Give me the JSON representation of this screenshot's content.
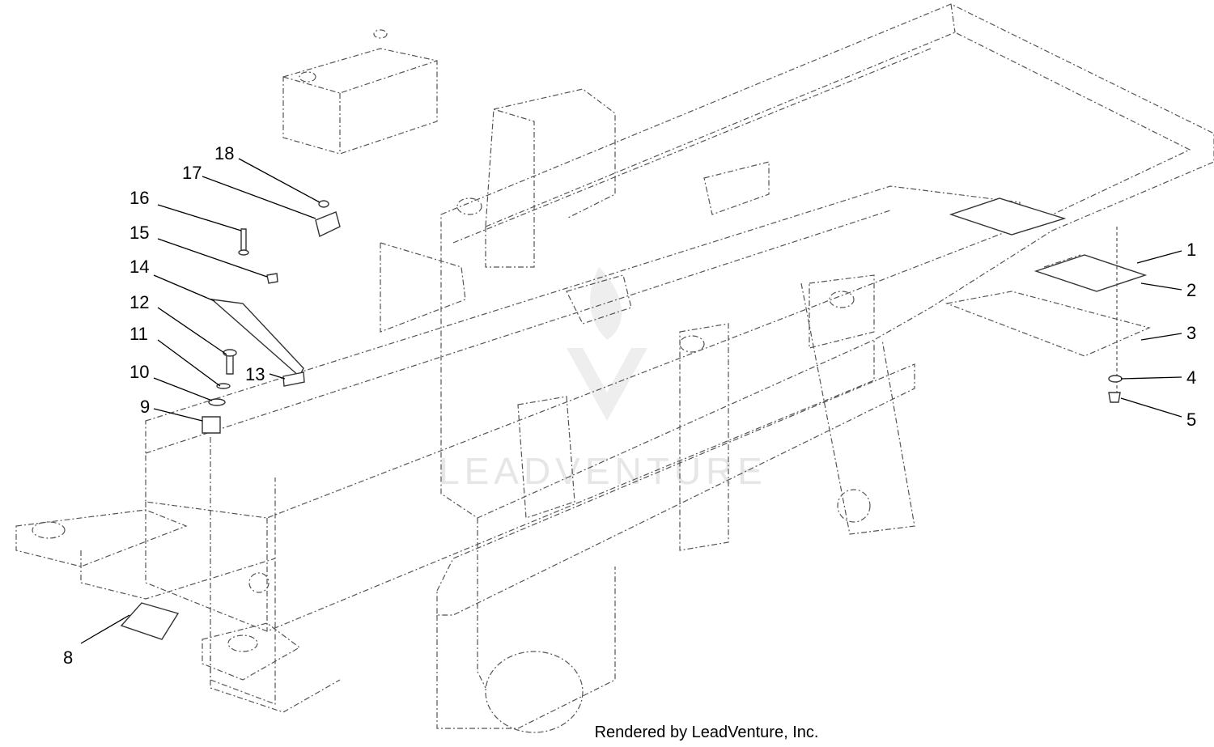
{
  "callouts": [
    {
      "id": "c1",
      "label": "1"
    },
    {
      "id": "c2",
      "label": "2"
    },
    {
      "id": "c3",
      "label": "3"
    },
    {
      "id": "c4",
      "label": "4"
    },
    {
      "id": "c5",
      "label": "5"
    },
    {
      "id": "c8",
      "label": "8"
    },
    {
      "id": "c9",
      "label": "9"
    },
    {
      "id": "c10",
      "label": "10"
    },
    {
      "id": "c11",
      "label": "11"
    },
    {
      "id": "c12",
      "label": "12"
    },
    {
      "id": "c13",
      "label": "13"
    },
    {
      "id": "c14",
      "label": "14"
    },
    {
      "id": "c15",
      "label": "15"
    },
    {
      "id": "c16",
      "label": "16"
    },
    {
      "id": "c17",
      "label": "17"
    },
    {
      "id": "c18",
      "label": "18"
    }
  ],
  "watermark": "LEADVENTURE",
  "footer": "Rendered by LeadVenture, Inc."
}
